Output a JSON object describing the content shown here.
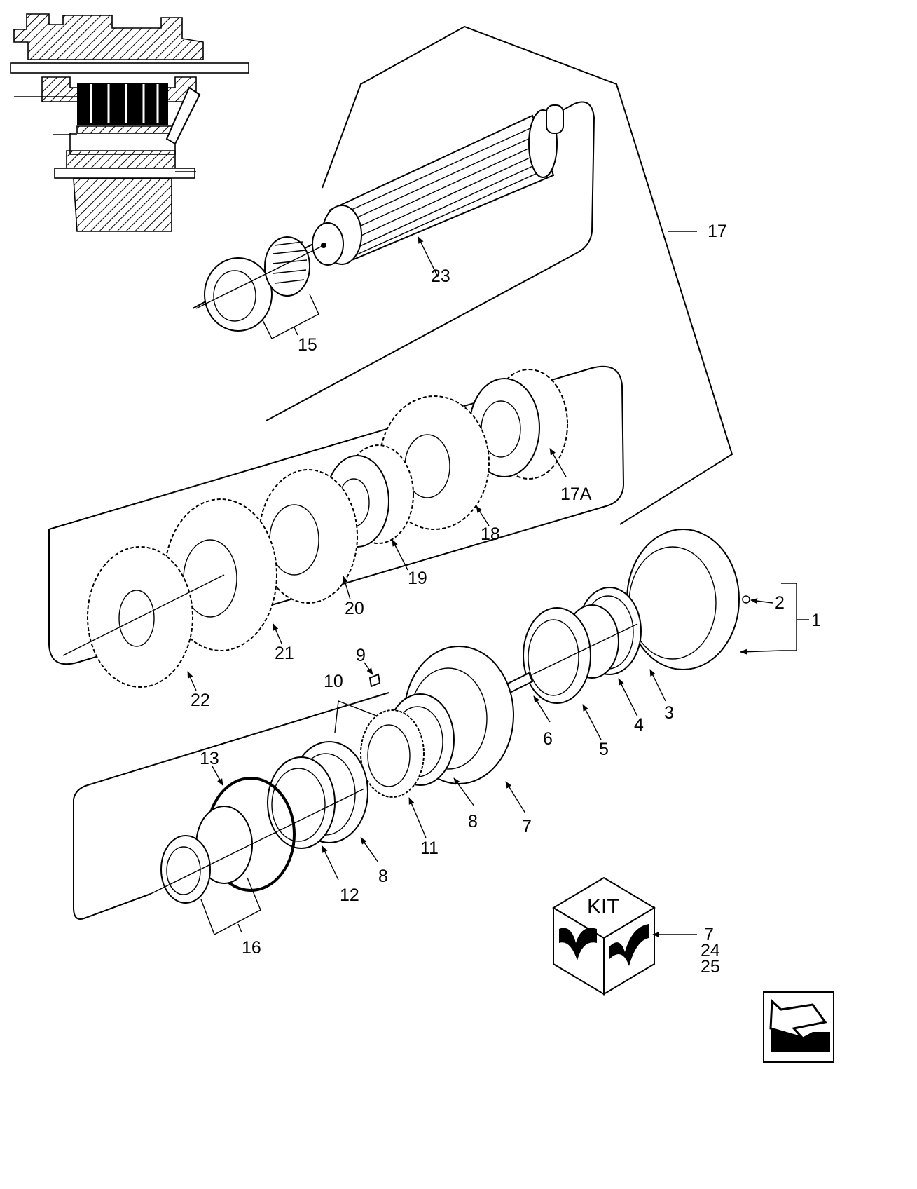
{
  "callouts": {
    "c1": "1",
    "c2": "2",
    "c3": "3",
    "c4": "4",
    "c5": "5",
    "c6": "6",
    "c7": "7",
    "c8a": "8",
    "c8b": "8",
    "c9": "9",
    "c10": "10",
    "c11": "11",
    "c12": "12",
    "c13": "13",
    "c15": "15",
    "c16": "16",
    "c17": "17",
    "c17a": "17A",
    "c18": "18",
    "c19": "19",
    "c20": "20",
    "c21": "21",
    "c22": "22",
    "c23": "23"
  },
  "kit": {
    "label": "KIT",
    "refs": [
      "7",
      "24",
      "25"
    ]
  },
  "icons": {
    "kit_box": "kit-cube-icon",
    "nav_arrow": "back-arrow-icon",
    "locator": "transmission-cross-section-icon"
  }
}
